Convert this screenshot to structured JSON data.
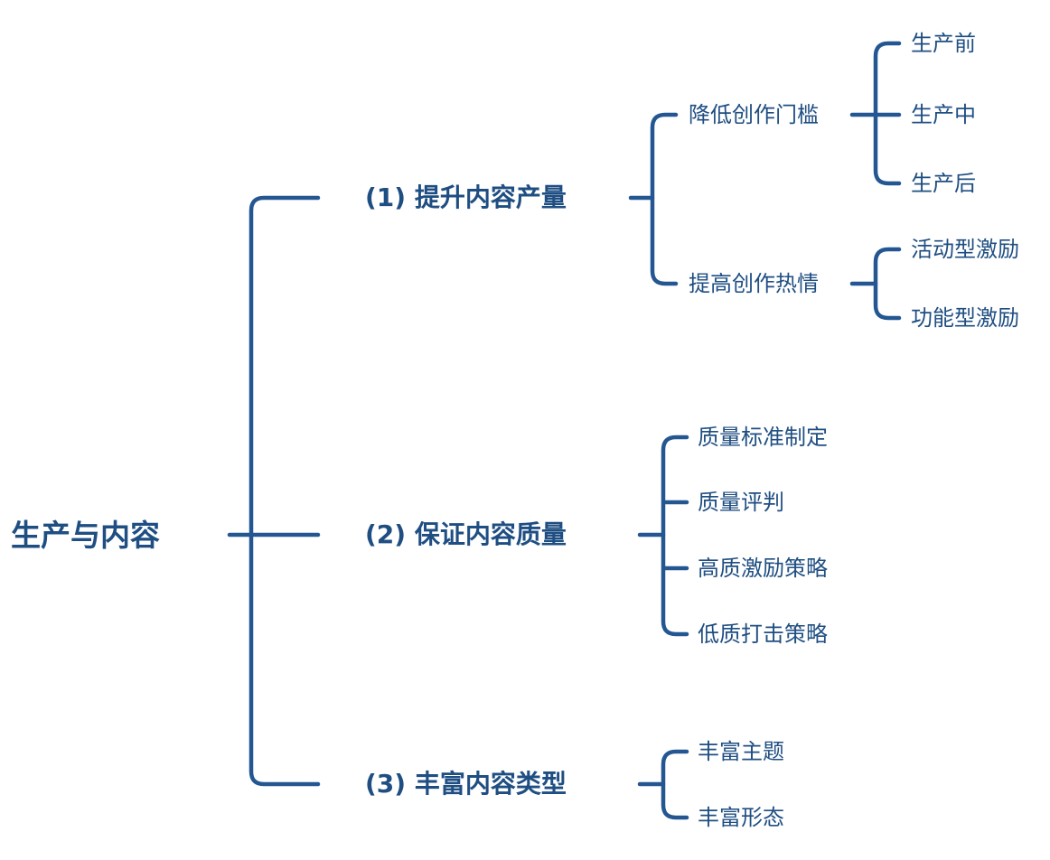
{
  "root": {
    "label": "生产与内容"
  },
  "branches": [
    {
      "label": "(1) 提升内容产量",
      "children": [
        {
          "label": "降低创作门槛",
          "children": [
            "生产前",
            "生产中",
            "生产后"
          ]
        },
        {
          "label": "提高创作热情",
          "children": [
            "活动型激励",
            "功能型激励"
          ]
        }
      ]
    },
    {
      "label": "(2) 保证内容质量",
      "children": [
        {
          "label": "质量标准制定"
        },
        {
          "label": "质量评判"
        },
        {
          "label": "高质激励策略"
        },
        {
          "label": "低质打击策略"
        }
      ]
    },
    {
      "label": "(3) 丰富内容类型",
      "children": [
        {
          "label": "丰富主题"
        },
        {
          "label": "丰富形态"
        }
      ]
    }
  ],
  "colors": {
    "line": "#245791",
    "text": "#1f4e82",
    "background": "#ffffff"
  }
}
